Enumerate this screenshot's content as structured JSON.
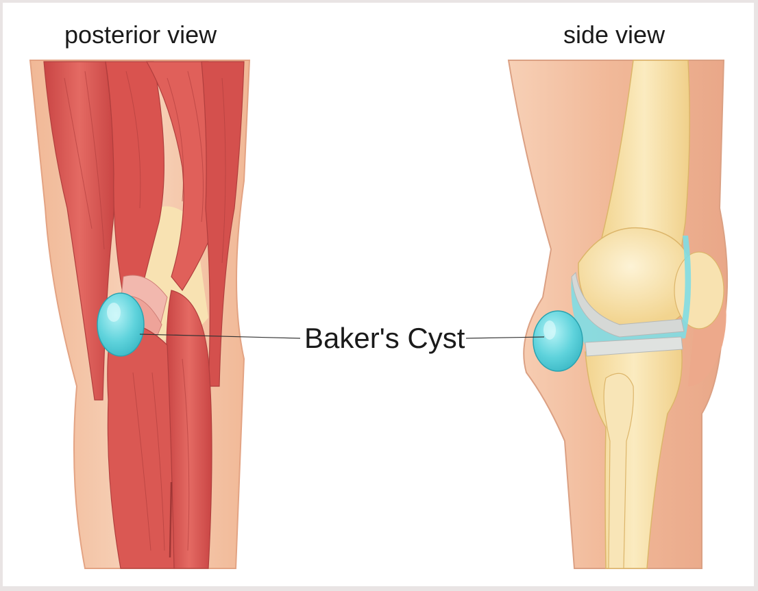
{
  "titles": {
    "posterior": "posterior view",
    "side": "side view"
  },
  "annotation": {
    "label": "Baker's Cyst"
  },
  "colors": {
    "muscle": "#dc5a55",
    "muscle_light": "#ee8e84",
    "muscle_dark": "#b83c3b",
    "skin": "#f3c2a5",
    "skin_light": "#f8dcc7",
    "bone": "#f6dfa6",
    "bone_light": "#faecc4",
    "cartilage": "#d9dcda",
    "cyst": "#5fd3dc",
    "cyst_light": "#a7eef2",
    "background": "#ffffff"
  },
  "icons": {
    "posterior": "knee-posterior-illustration",
    "side": "knee-side-illustration"
  }
}
